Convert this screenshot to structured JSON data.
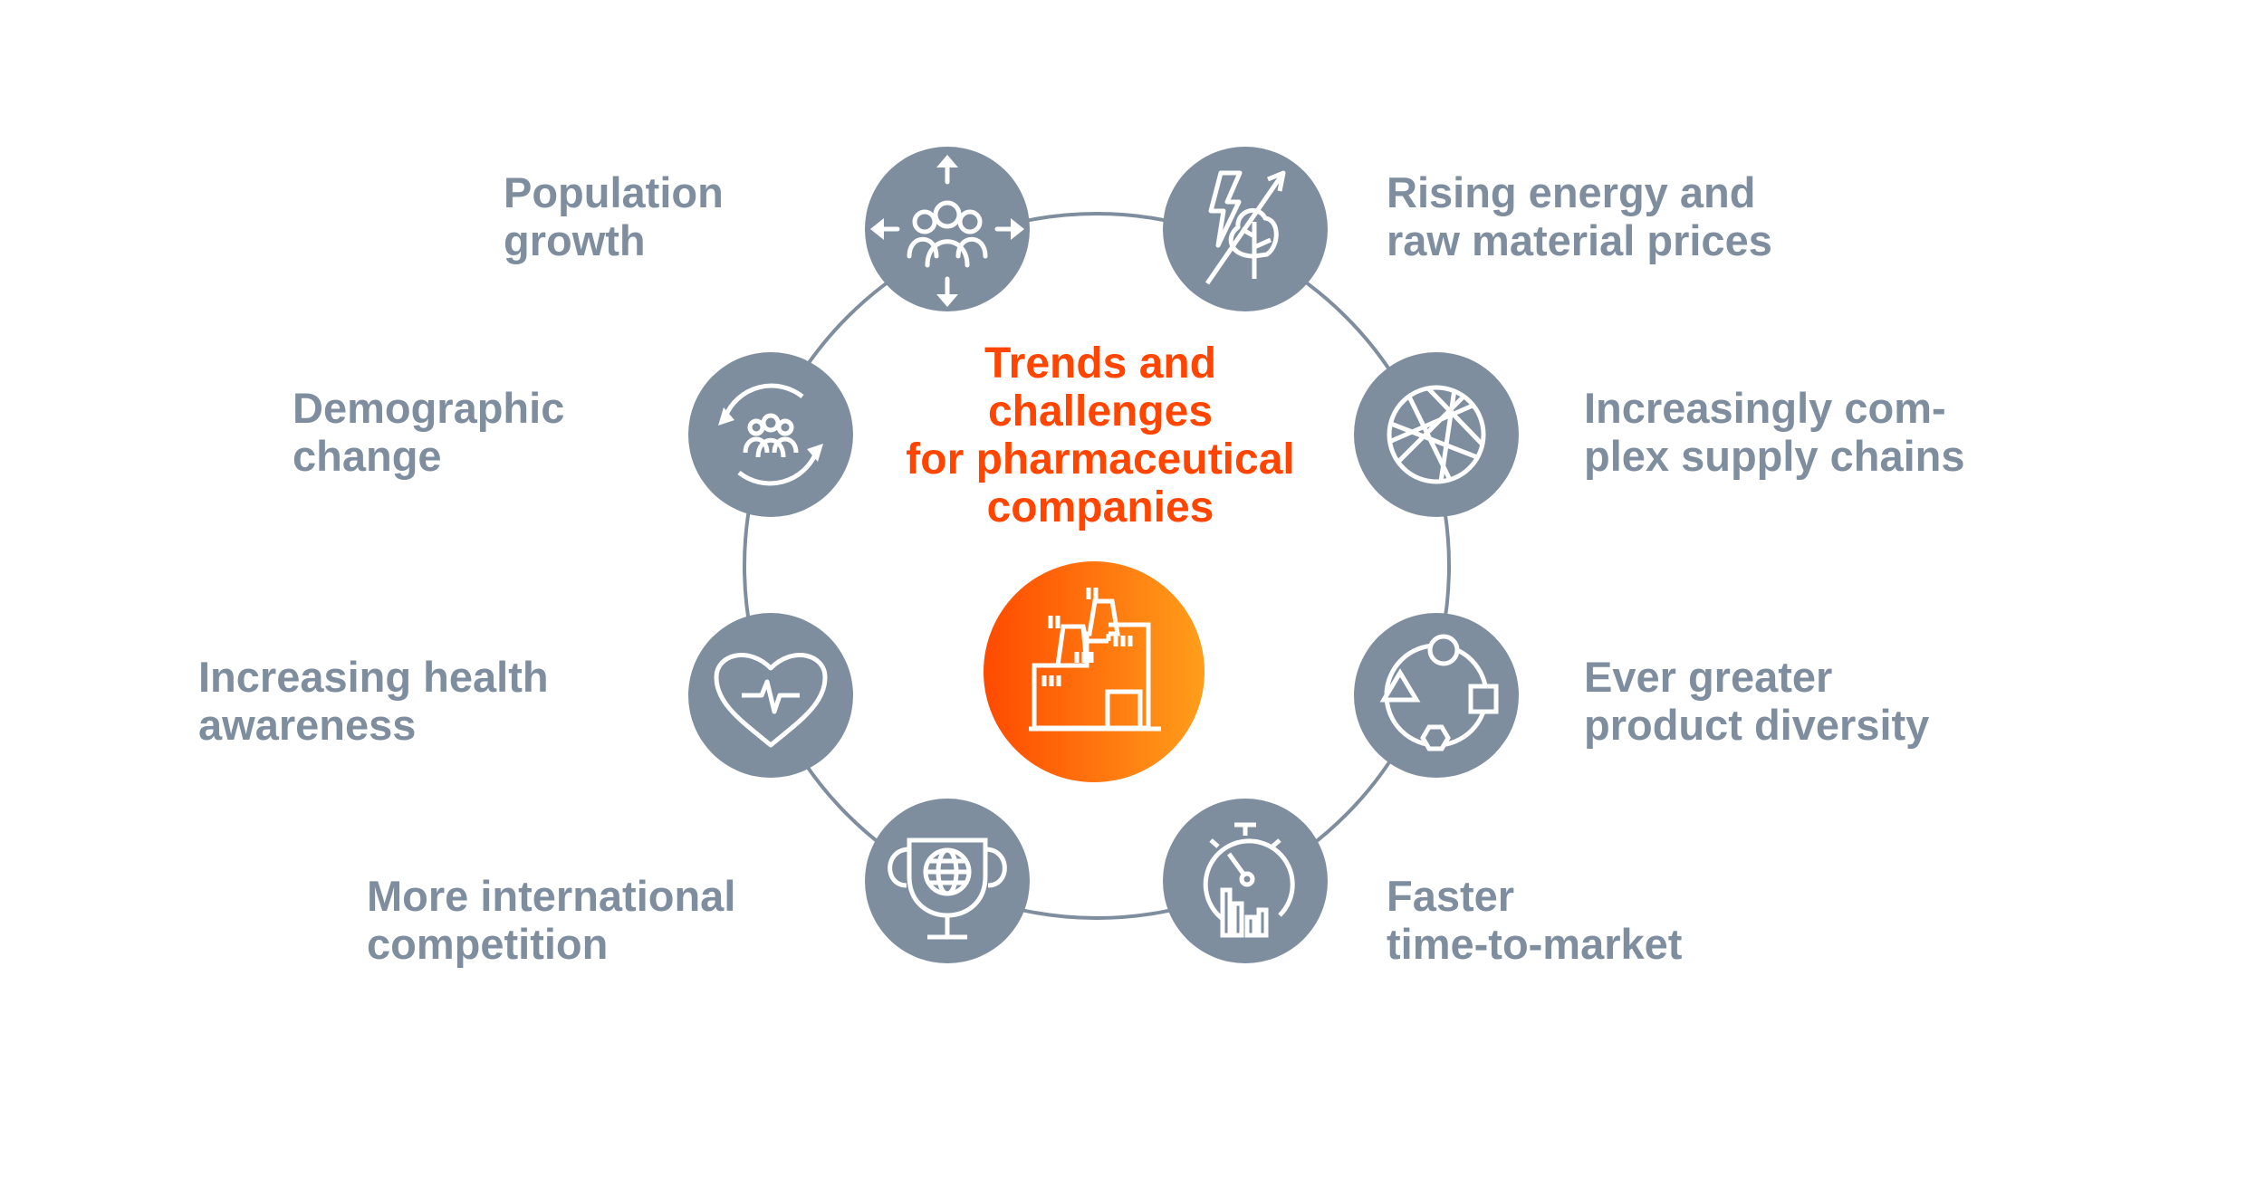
{
  "center": {
    "title_lines": [
      "Trends and",
      "challenges",
      "for pharmaceutical",
      "companies"
    ],
    "icon": "factory-icon"
  },
  "items": [
    {
      "lines": [
        "Population",
        "growth"
      ],
      "icon": "population-arrows-icon"
    },
    {
      "lines": [
        "Rising energy and",
        "raw material prices"
      ],
      "icon": "energy-tree-arrow-icon"
    },
    {
      "lines": [
        "Increasingly com-",
        "plex supply chains"
      ],
      "icon": "network-globe-icon"
    },
    {
      "lines": [
        "Ever greater",
        "product diversity"
      ],
      "icon": "shapes-cycle-icon"
    },
    {
      "lines": [
        "Faster",
        "time-to-market"
      ],
      "icon": "stopwatch-chart-icon"
    },
    {
      "lines": [
        "More international",
        "competition"
      ],
      "icon": "globe-trophy-icon"
    },
    {
      "lines": [
        "Increasing health",
        "awareness"
      ],
      "icon": "heart-pulse-icon"
    },
    {
      "lines": [
        "Demographic",
        "change"
      ],
      "icon": "people-cycle-icon"
    }
  ],
  "colors": {
    "gray": "#7e8e9f",
    "orange_start": "#ff4a00",
    "orange_end": "#ff9e1b",
    "title": "#ff4500"
  }
}
